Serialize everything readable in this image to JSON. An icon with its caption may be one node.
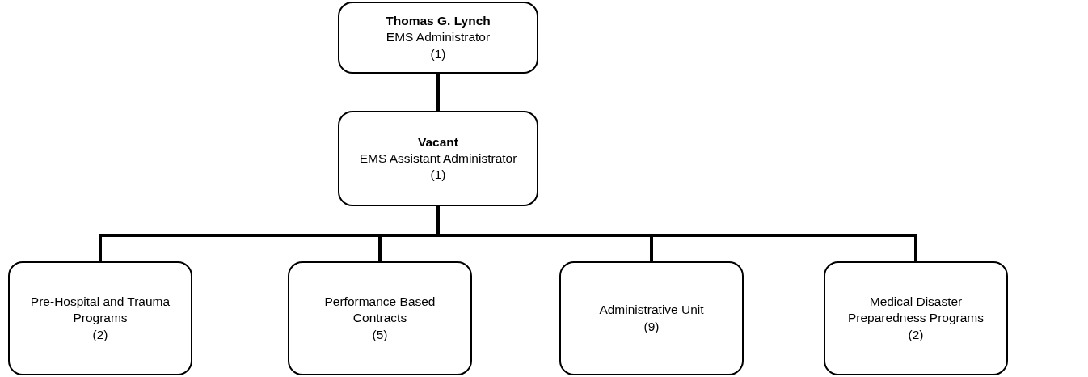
{
  "diagram": {
    "nodes": [
      {
        "text": [
          "Thomas G. Lynch",
          "EMS Administrator",
          "(1)"
        ]
      },
      {
        "text": [
          "Vacant",
          "EMS Assistant Administrator",
          "(1)"
        ]
      },
      {
        "text": [
          "Pre-Hospital and Trauma Programs",
          "(2)"
        ]
      },
      {
        "text": [
          "Performance Based Contracts",
          "(5)"
        ]
      },
      {
        "text": [
          "Administrative Unit",
          "(9)"
        ]
      },
      {
        "text": [
          "Medical Disaster Preparedness Programs",
          "(2)"
        ]
      }
    ],
    "edges": [
      {
        "from": 0,
        "to": 1,
        "arrow": "none"
      },
      {
        "from": 1,
        "to": 2,
        "arrow": "none"
      },
      {
        "from": 1,
        "to": 3,
        "arrow": "none"
      },
      {
        "from": 1,
        "to": 4,
        "arrow": "none"
      },
      {
        "from": 1,
        "to": 5,
        "arrow": "none"
      }
    ]
  }
}
